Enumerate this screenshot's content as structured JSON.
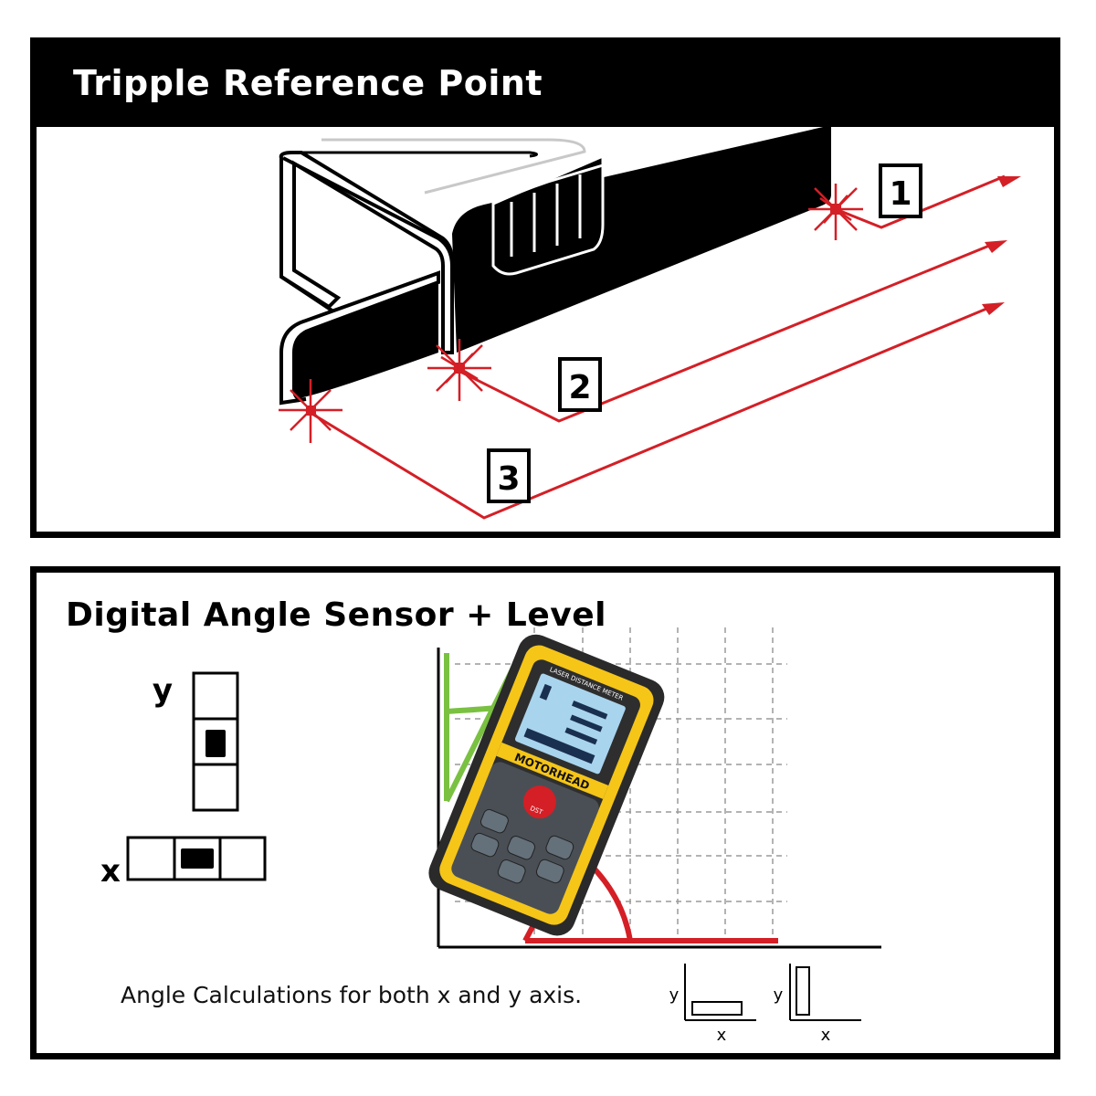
{
  "panels": {
    "top": {
      "title": "Tripple Reference Point",
      "markers": [
        "1",
        "2",
        "3"
      ]
    },
    "bottom": {
      "title": "Digital Angle Sensor + Level",
      "axis_y_label": "y",
      "axis_x_label": "x",
      "caption": "Angle Calculations for both x and y axis.",
      "mini_axis_y": "y",
      "mini_axis_x": "x"
    }
  },
  "device": {
    "brand": "MOTORHEAD",
    "screen_label": "LASER DISTANCE METER",
    "button_dst": "DST"
  },
  "colors": {
    "laser_red": "#d41f26",
    "angle_green": "#7ac142",
    "device_yellow": "#f5c518",
    "lcd_blue": "#a9d4ee"
  }
}
